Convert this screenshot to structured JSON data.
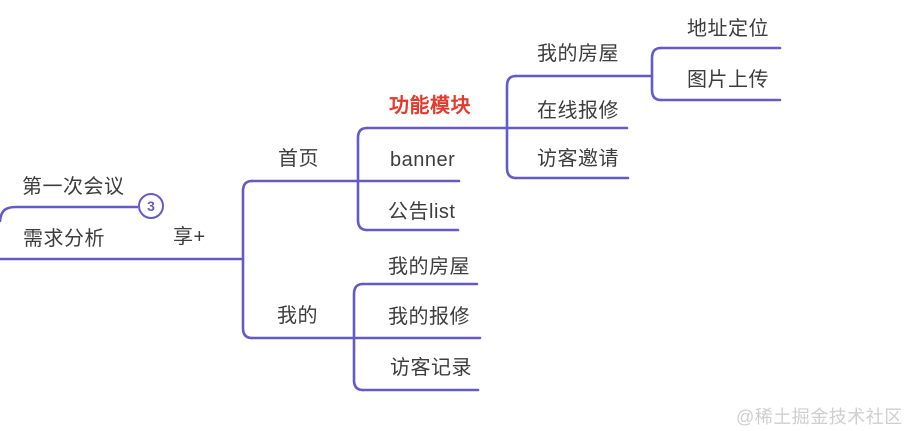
{
  "colors": {
    "line": "#655bc8",
    "text": "#3d3d3d",
    "highlight": "#e03b2c",
    "watermark": "#cfcfcf"
  },
  "badge": {
    "count": "3"
  },
  "watermark": "@稀土掘金技术社区",
  "nodes": [
    {
      "id": "first-meeting",
      "label": "第一次会议"
    },
    {
      "id": "requirement-analysis",
      "label": "需求分析"
    },
    {
      "id": "xiang-plus",
      "label": "享+"
    },
    {
      "id": "home",
      "label": "首页"
    },
    {
      "id": "function-module",
      "label": "功能模块"
    },
    {
      "id": "banner",
      "label": "banner"
    },
    {
      "id": "notice-list",
      "label": "公告list"
    },
    {
      "id": "my-house",
      "label": "我的房屋"
    },
    {
      "id": "online-repair",
      "label": "在线报修"
    },
    {
      "id": "visitor-invite",
      "label": "访客邀请"
    },
    {
      "id": "address-location",
      "label": "地址定位"
    },
    {
      "id": "image-upload",
      "label": "图片上传"
    },
    {
      "id": "mine",
      "label": "我的"
    },
    {
      "id": "mine-my-house",
      "label": "我的房屋"
    },
    {
      "id": "my-repair",
      "label": "我的报修"
    },
    {
      "id": "visitor-records",
      "label": "访客记录"
    }
  ]
}
